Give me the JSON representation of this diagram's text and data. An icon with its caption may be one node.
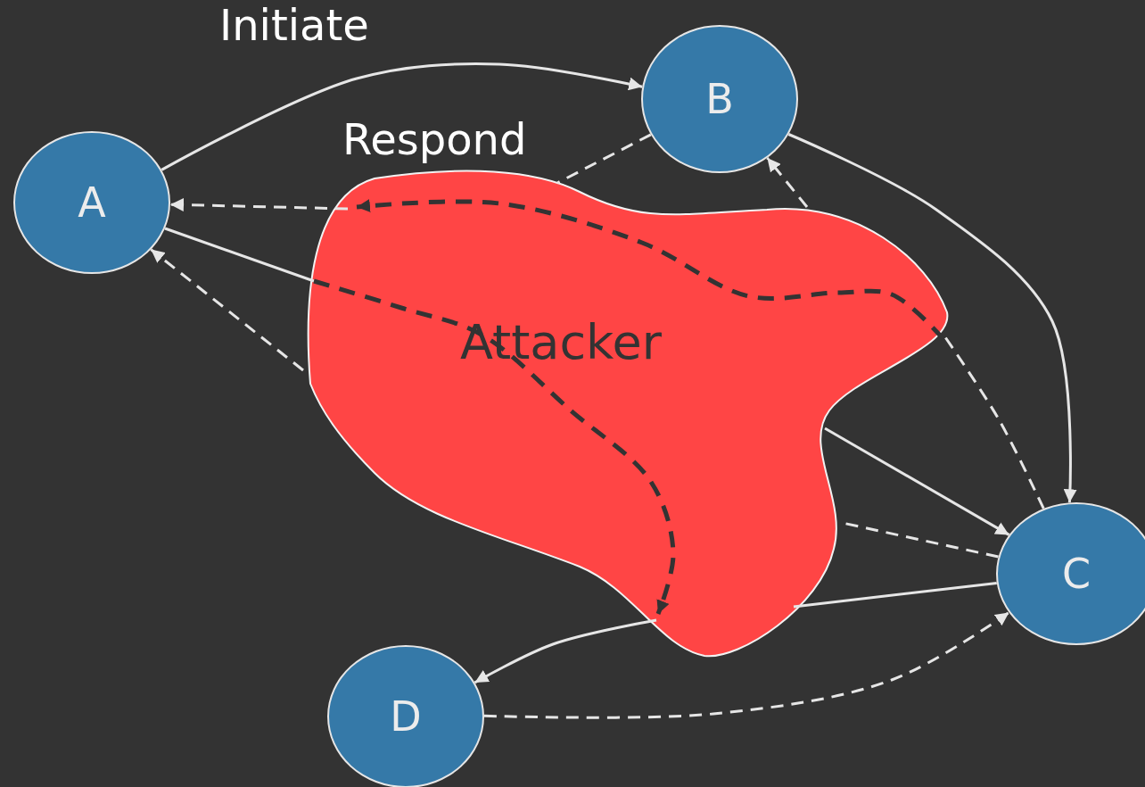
{
  "diagram": {
    "nodes": [
      {
        "text": [
          "A"
        ]
      },
      {
        "text": [
          "B"
        ]
      },
      {
        "text": [
          "C"
        ]
      },
      {
        "text": [
          "D"
        ]
      },
      {
        "text": [
          "Attacker"
        ]
      }
    ],
    "edges": [
      {
        "from": 0,
        "to": 1,
        "arrow": "to",
        "label": "Initiate"
      },
      {
        "from": 1,
        "to": 4,
        "arrow": "none",
        "style": "dashed",
        "label": "Respond"
      },
      {
        "from": 4,
        "to": 0,
        "arrow": "to",
        "style": "dashed"
      },
      {
        "from": 1,
        "to": 2,
        "arrow": "to"
      },
      {
        "from": 0,
        "to": 4,
        "arrow": "none"
      },
      {
        "from": 4,
        "to": 0,
        "arrow": "to",
        "style": "dashed"
      },
      {
        "from": 4,
        "to": 1,
        "arrow": "to",
        "style": "dashed"
      },
      {
        "from": 4,
        "to": 2,
        "arrow": "to"
      },
      {
        "from": 2,
        "to": 4,
        "arrow": "none",
        "style": "dashed"
      },
      {
        "from": 2,
        "to": 4,
        "arrow": "none",
        "style": "dashed"
      },
      {
        "from": 2,
        "to": 4,
        "arrow": "none"
      },
      {
        "from": 4,
        "to": 3,
        "arrow": "to"
      },
      {
        "from": 3,
        "to": 2,
        "arrow": "to",
        "style": "dashed"
      },
      {
        "from": null,
        "to": 4,
        "arrow": "to",
        "style": "dashed",
        "color": "#333333"
      },
      {
        "from": null,
        "to": 4,
        "arrow": "to",
        "style": "dashed",
        "color": "#333333"
      }
    ]
  }
}
